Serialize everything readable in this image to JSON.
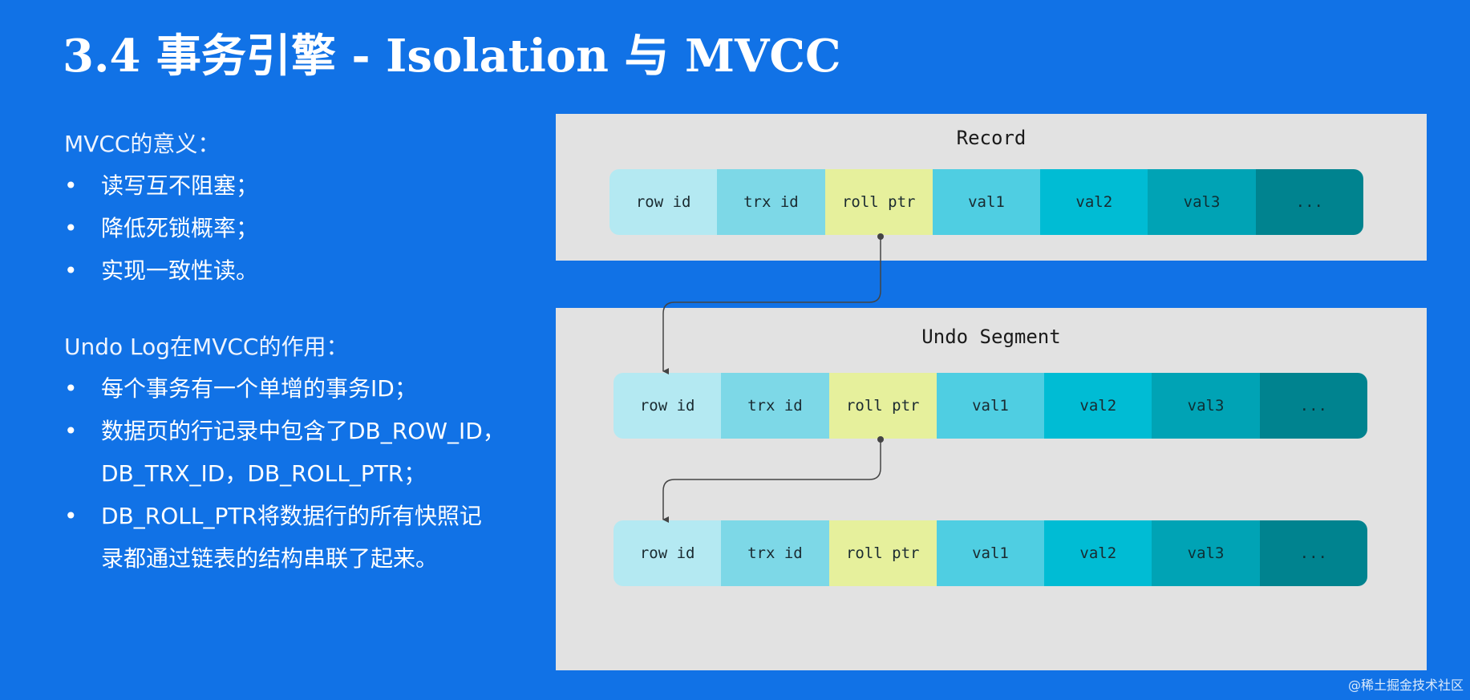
{
  "title": "3.4 事务引擎 - Isolation 与 MVCC",
  "mvcc_meaning": {
    "heading": "MVCC的意义：",
    "items": [
      "读写互不阻塞；",
      "降低死锁概率；",
      "实现一致性读。"
    ]
  },
  "undo_role": {
    "heading": "Undo Log在MVCC的作用：",
    "items": [
      {
        "lines": [
          "每个事务有一个单增的事务ID；"
        ]
      },
      {
        "lines": [
          "数据页的行记录中包含了DB_ROW_ID，",
          "DB_TRX_ID，DB_ROLL_PTR；"
        ]
      },
      {
        "lines": [
          "DB_ROLL_PTR将数据行的所有快照记",
          "录都通过链表的结构串联了起来。"
        ]
      }
    ]
  },
  "diagram": {
    "record_title": "Record",
    "undo_title": "Undo Segment",
    "fields": [
      "row id",
      "trx id",
      "roll ptr",
      "val1",
      "val2",
      "val3",
      "..."
    ],
    "field_colors": [
      "#b4e9f2",
      "#7dd8e7",
      "#e6f09c",
      "#4fcee2",
      "#00bcd4",
      "#00a3b5",
      "#00838f"
    ],
    "panel_color": "#e2e2e2",
    "pointer_field": "roll ptr"
  },
  "watermark": "@稀土掘金技术社区"
}
